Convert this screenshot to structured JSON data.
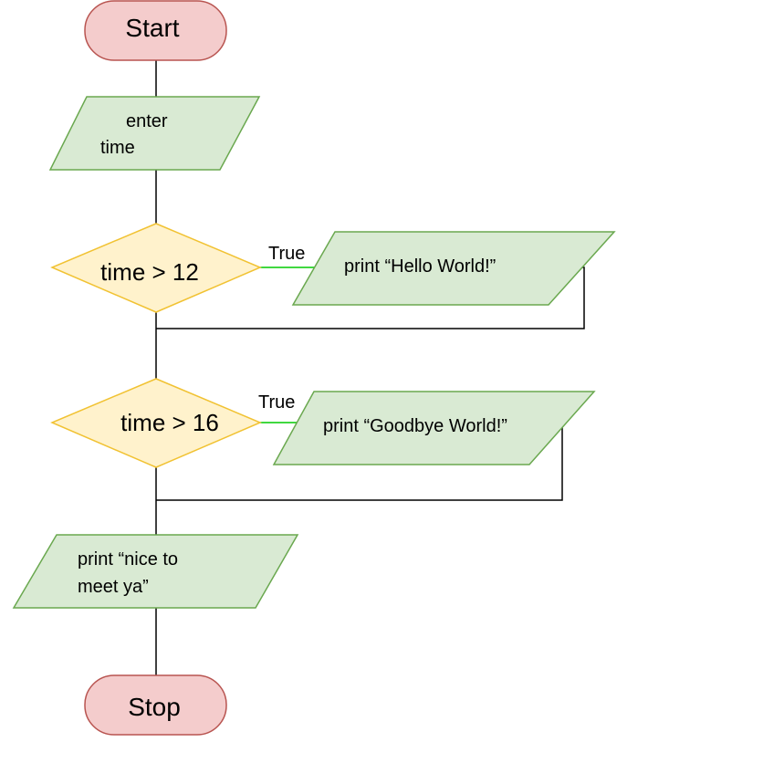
{
  "flowchart": {
    "start": {
      "label": "Start"
    },
    "input": {
      "lines": [
        "enter",
        "time"
      ]
    },
    "decision1": {
      "label": "time > 12",
      "branch_label": "True"
    },
    "output1": {
      "label": "print “Hello World!”"
    },
    "decision2": {
      "label": "time > 16",
      "branch_label": "True"
    },
    "output2": {
      "label": "print “Goodbye World!”"
    },
    "output3": {
      "lines": [
        "print “nice to",
        "meet ya”"
      ]
    },
    "stop": {
      "label": "Stop"
    }
  },
  "colors": {
    "terminal_fill": "#f4cccc",
    "terminal_stroke": "#b85450",
    "io_fill": "#d9ead3",
    "io_stroke": "#6aa84f",
    "decision_fill": "#fff2cc",
    "decision_stroke": "#f1c232",
    "line": "#000000",
    "true_line": "#00cc00"
  }
}
